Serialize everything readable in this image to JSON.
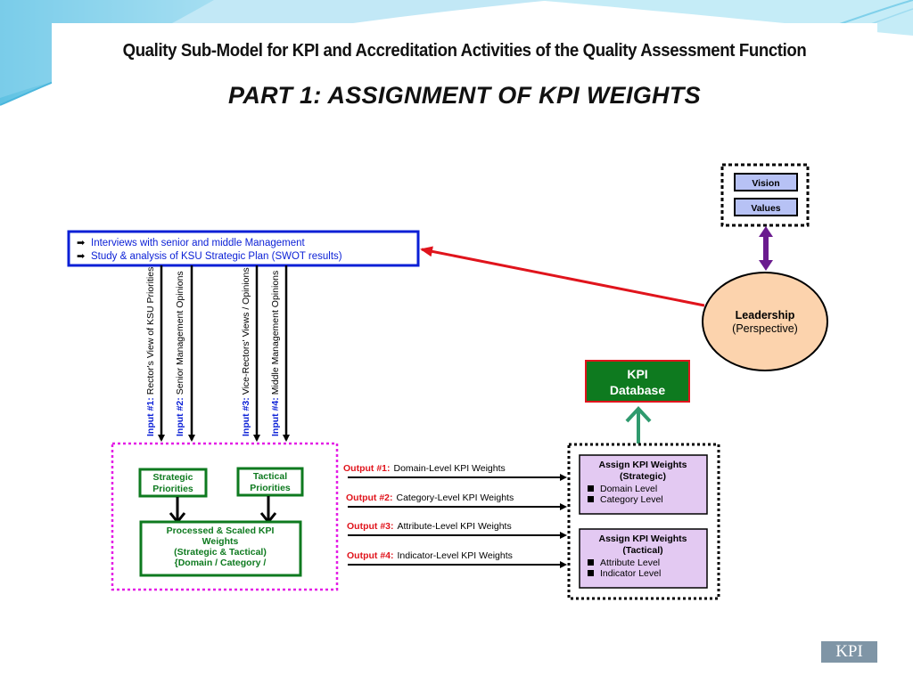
{
  "slide": {
    "title": "Quality Sub-Model for KPI and Accreditation Activities of the Quality Assessment Function",
    "subtitle": "PART 1: ASSIGNMENT OF KPI WEIGHTS",
    "badge": "KPI"
  },
  "diagram": {
    "input_box": {
      "lines": [
        "Interviews with senior and middle Management",
        "Study & analysis of KSU Strategic Plan (SWOT results)"
      ]
    },
    "inputs": [
      {
        "tag": "Input #1:",
        "label": "Rector's View of KSU Priorities"
      },
      {
        "tag": "Input #2:",
        "label": "Senior Management Opinions"
      },
      {
        "tag": "Input #3:",
        "label": "Vice-Rectors' Views / Opinions"
      },
      {
        "tag": "Input #4:",
        "label": "Middle Management Opinions"
      }
    ],
    "vision_values": [
      "Vision",
      "Values"
    ],
    "leadership": {
      "line1": "Leadership",
      "line2": "(Perspective)"
    },
    "kpi_database": {
      "line1": "KPI",
      "line2": "Database"
    },
    "process": {
      "strategic": [
        "Strategic",
        "Priorities"
      ],
      "tactical": [
        "Tactical",
        "Priorities"
      ],
      "scaled": [
        "Processed & Scaled KPI",
        "Weights",
        "(Strategic & Tactical)",
        "{Domain / Category /"
      ]
    },
    "outputs": [
      {
        "tag": "Output #1:",
        "label": "Domain-Level KPI Weights"
      },
      {
        "tag": "Output #2:",
        "label": "Category-Level KPI Weights"
      },
      {
        "tag": "Output #3:",
        "label": "Attribute-Level KPI Weights"
      },
      {
        "tag": "Output #4:",
        "label": "Indicator-Level KPI Weights"
      }
    ],
    "assign_strategic": {
      "title": [
        "Assign KPI Weights",
        "(Strategic)"
      ],
      "items": [
        "Domain Level",
        "Category Level"
      ]
    },
    "assign_tactical": {
      "title": [
        "Assign KPI Weights",
        "(Tactical)"
      ],
      "items": [
        "Attribute Level",
        "Indicator Level"
      ]
    },
    "colors": {
      "blue": "#0a1fd6",
      "green": "#0e7a1f",
      "magenta": "#e41ee6",
      "red": "#e0141c",
      "purple": "#6a1b8e",
      "teal": "#2f9a6e",
      "lavender": "#e3c9f2",
      "vision_fill": "#b7c2f5",
      "leadership_fill": "#fcd3ad"
    }
  }
}
